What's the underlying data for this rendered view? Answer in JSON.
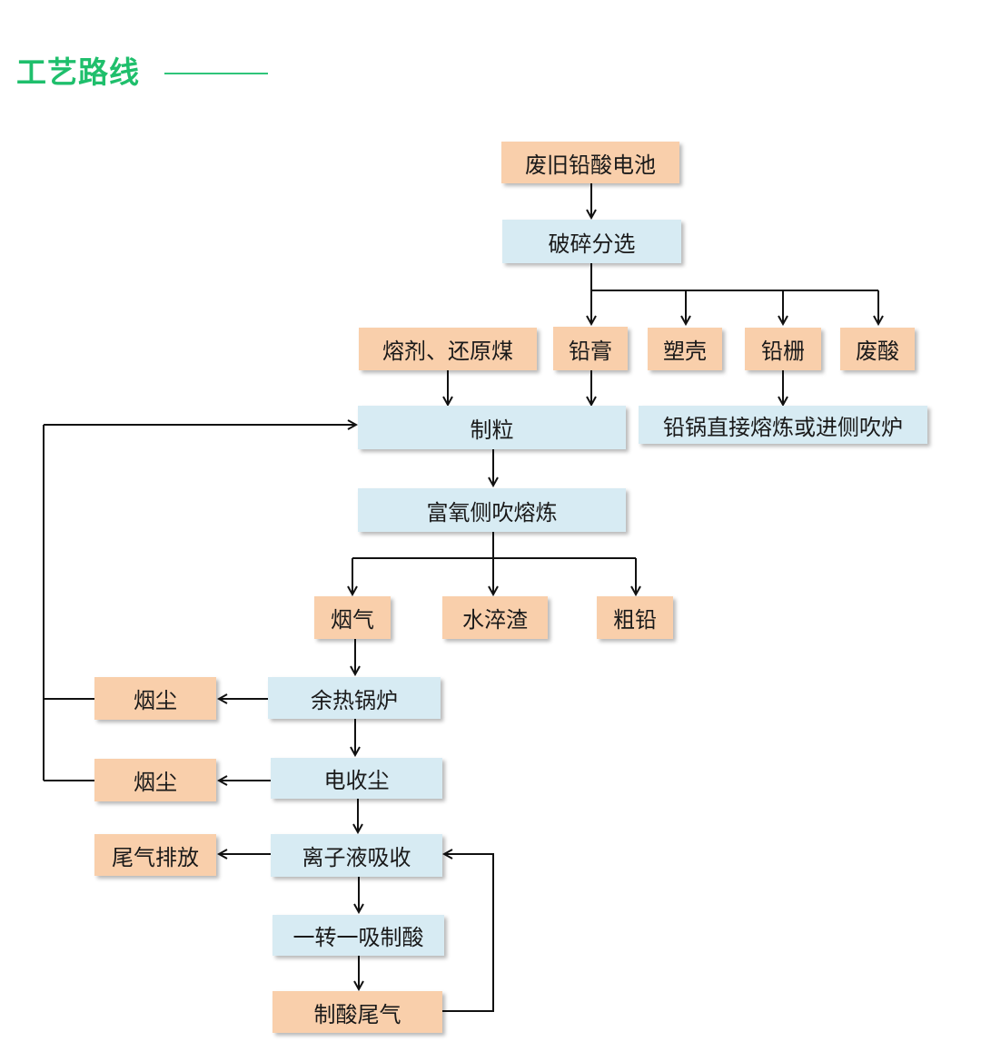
{
  "header": {
    "title": "工艺路线"
  },
  "colors": {
    "accent": "#1fbf6c",
    "material_box": "#f9cfab",
    "process_box": "#d7ebf3",
    "connector": "#111111"
  },
  "nodes": {
    "battery": "废旧铅酸电池",
    "crushing": "破碎分选",
    "flux": "熔剂、还原煤",
    "lead_paste": "铅膏",
    "plastic": "塑壳",
    "lead_grid": "铅栅",
    "waste_acid": "废酸",
    "grid_route": "铅锅直接熔炼或进侧吹炉",
    "granulation": "制粒",
    "smelting": "富氧侧吹熔炼",
    "flue_gas": "烟气",
    "water_slag": "水淬渣",
    "crude_lead": "粗铅",
    "boiler": "余热锅炉",
    "dust_1": "烟尘",
    "esp": "电收尘",
    "dust_2": "烟尘",
    "ionic": "离子液吸收",
    "tail_emission": "尾气排放",
    "acid_making": "一转一吸制酸",
    "acid_tail": "制酸尾气"
  }
}
